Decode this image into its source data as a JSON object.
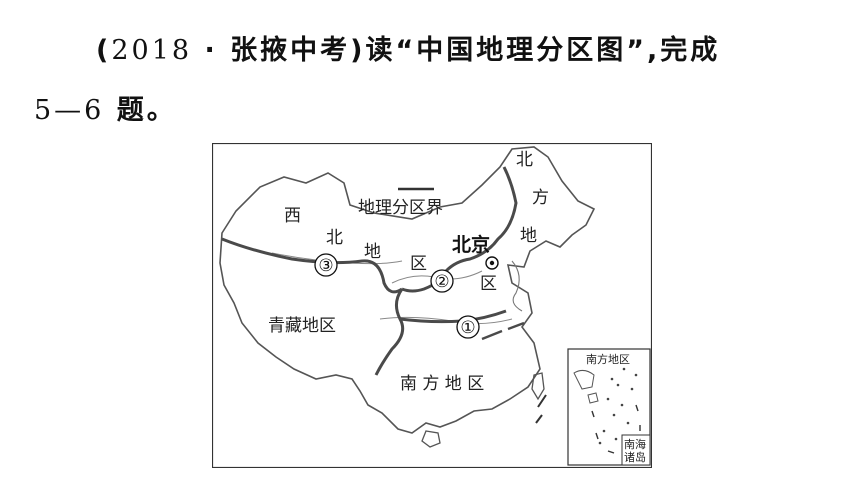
{
  "question": {
    "line1_open": "(",
    "line1_year": "2018",
    "line1_dot": "·",
    "line1_source": "张掖中考",
    "line1_close": ")",
    "line1_text": "读“中国地理分区图”,完成",
    "line2_range": "5—6",
    "line2_text": "题。"
  },
  "map": {
    "legend_label": "地理分区界",
    "regions": {
      "xibei_1": "西",
      "xibei_2": "北",
      "xibei_3": "地",
      "xibei_4": "区",
      "beifang_1": "北",
      "beifang_2": "方",
      "beifang_3": "地",
      "beifang_4": "区",
      "qingzang": "青藏地区",
      "nanfang": "南 方 地 区"
    },
    "capital": "北京",
    "markers": [
      "①",
      "②",
      "③"
    ],
    "inset_title": "南方地区",
    "inset_islands_1": "南海",
    "inset_islands_2": "诸岛"
  }
}
